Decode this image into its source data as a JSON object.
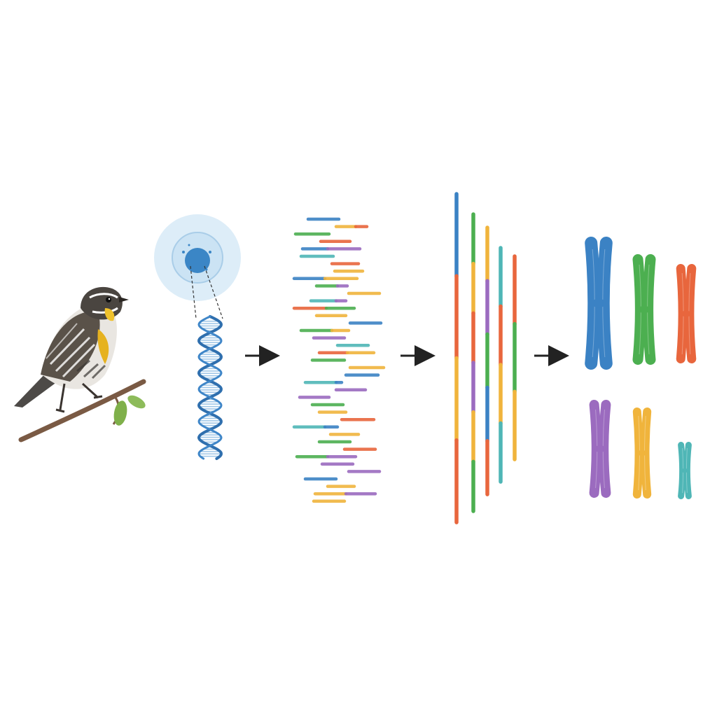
{
  "colors": {
    "background": "#ffffff",
    "arrow": "#222222",
    "dna": "#2f6fae",
    "cell_outer": "#d7eaf7",
    "cell_membrane": "#bcd9ef",
    "nucleus": "#3b86c6",
    "branch": "#7a5a44",
    "leaf": "#7fb04a",
    "palette": {
      "blue": "#3b82c4",
      "green": "#4caf50",
      "orange": "#e8663d",
      "purple": "#9b6bbf",
      "yellow": "#f0b43c",
      "teal": "#4fb6b6"
    }
  },
  "steps": [
    {
      "name": "bird",
      "icon": "bird-on-branch-icon"
    },
    {
      "name": "cell-and-dna",
      "icon": "dna-helix-icon"
    },
    {
      "name": "sequencing-reads",
      "icon": "reads-icon"
    },
    {
      "name": "assembled-contigs",
      "icon": "contigs-icon"
    },
    {
      "name": "chromosomes",
      "icon": "chromosome-icon"
    }
  ],
  "reads": [
    [
      {
        "c": "blue",
        "w": 44
      }
    ],
    [
      {
        "c": "yellow",
        "w": 28
      },
      {
        "c": "orange",
        "w": 16
      }
    ],
    [
      {
        "c": "green",
        "w": 48
      }
    ],
    [
      {
        "c": "orange",
        "w": 42
      }
    ],
    [
      {
        "c": "blue",
        "w": 36
      },
      {
        "c": "purple",
        "w": 46
      }
    ],
    [
      {
        "c": "teal",
        "w": 46
      }
    ],
    [
      {
        "c": "orange",
        "w": 38
      }
    ],
    [
      {
        "c": "yellow",
        "w": 40
      }
    ],
    [
      {
        "c": "blue",
        "w": 44
      },
      {
        "c": "yellow",
        "w": 46
      }
    ],
    [
      {
        "c": "green",
        "w": 30
      },
      {
        "c": "purple",
        "w": 14
      }
    ],
    [
      {
        "c": "yellow",
        "w": 44
      }
    ],
    [
      {
        "c": "teal",
        "w": 36
      },
      {
        "c": "purple",
        "w": 14
      }
    ],
    [
      {
        "c": "orange",
        "w": 46
      },
      {
        "c": "green",
        "w": 40
      }
    ],
    [
      {
        "c": "yellow",
        "w": 42
      }
    ],
    [
      {
        "c": "blue",
        "w": 44
      }
    ],
    [
      {
        "c": "green",
        "w": 44
      },
      {
        "c": "yellow",
        "w": 24
      }
    ],
    [
      {
        "c": "purple",
        "w": 44
      }
    ],
    [
      {
        "c": "teal",
        "w": 44
      }
    ],
    [
      {
        "c": "orange",
        "w": 40
      },
      {
        "c": "yellow",
        "w": 38
      }
    ],
    [
      {
        "c": "green",
        "w": 46
      }
    ],
    [
      {
        "c": "yellow",
        "w": 48
      }
    ],
    [
      {
        "c": "blue",
        "w": 46
      }
    ],
    [
      {
        "c": "teal",
        "w": 44
      },
      {
        "c": "blue",
        "w": 8
      }
    ],
    [
      {
        "c": "purple",
        "w": 42
      }
    ],
    [
      {
        "c": "purple",
        "w": 42
      }
    ],
    [
      {
        "c": "green",
        "w": 44
      }
    ],
    [
      {
        "c": "yellow",
        "w": 38
      }
    ],
    [
      {
        "c": "orange",
        "w": 46
      }
    ],
    [
      {
        "c": "teal",
        "w": 44
      },
      {
        "c": "blue",
        "w": 18
      }
    ],
    [
      {
        "c": "yellow",
        "w": 40
      }
    ],
    [
      {
        "c": "green",
        "w": 44
      }
    ],
    [
      {
        "c": "orange",
        "w": 44
      }
    ],
    [
      {
        "c": "green",
        "w": 44
      },
      {
        "c": "purple",
        "w": 40
      }
    ],
    [
      {
        "c": "purple",
        "w": 44
      }
    ],
    [
      {
        "c": "purple",
        "w": 44
      }
    ],
    [
      {
        "c": "blue",
        "w": 44
      }
    ],
    [
      {
        "c": "yellow",
        "w": 38
      }
    ],
    [
      {
        "c": "yellow",
        "w": 44
      },
      {
        "c": "purple",
        "w": 42
      }
    ],
    [
      {
        "c": "yellow",
        "w": 44
      }
    ]
  ],
  "contigs": [
    {
      "segments": [
        "blue",
        "orange",
        "yellow",
        "orange"
      ]
    },
    {
      "segments": [
        "green",
        "yellow",
        "orange",
        "purple",
        "yellow",
        "green"
      ]
    },
    {
      "segments": [
        "yellow",
        "purple",
        "green",
        "blue",
        "orange"
      ]
    },
    {
      "segments": [
        "teal",
        "orange",
        "yellow",
        "teal"
      ]
    },
    {
      "segments": [
        "orange",
        "green",
        "yellow"
      ]
    }
  ],
  "chromosomes": [
    {
      "color": "blue"
    },
    {
      "color": "green"
    },
    {
      "color": "orange"
    },
    {
      "color": "purple"
    },
    {
      "color": "yellow"
    },
    {
      "color": "teal"
    }
  ]
}
